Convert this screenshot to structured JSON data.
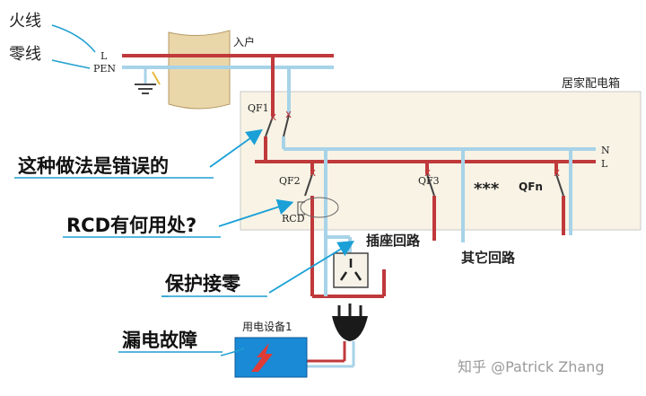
{
  "labels": {
    "live_wire": "火线",
    "neutral_wire": "零线",
    "L_top": "L",
    "PEN": "PEN",
    "entry": "入户",
    "box_title": "居家配电箱",
    "QF1": "QF1",
    "QF2": "QF2",
    "QF3": "QF3",
    "QFn": "QFn",
    "dots": "***",
    "N": "N",
    "L": "L",
    "RCD": "RCD",
    "socket_circuit": "插座回路",
    "other_circuits": "其它回路",
    "device": "用电设备1",
    "watermark": "知乎 @Patrick Zhang"
  },
  "callouts": [
    "这种做法是错误的",
    "RCD有何用处?",
    "保护接零",
    "漏电故障"
  ],
  "colors": {
    "live": "#c0393b",
    "neutral": "#a7d3e8",
    "callout_line": "#1f9fd0",
    "box_fill": "#f8f3e5",
    "entry_fill": "#ead7a9",
    "device_fill": "#1a8ad6",
    "arrow_blue": "#1aa0d6"
  },
  "icons": [
    "ground-icon",
    "switch-icon",
    "socket-icon",
    "plug-icon",
    "lightning-icon"
  ]
}
